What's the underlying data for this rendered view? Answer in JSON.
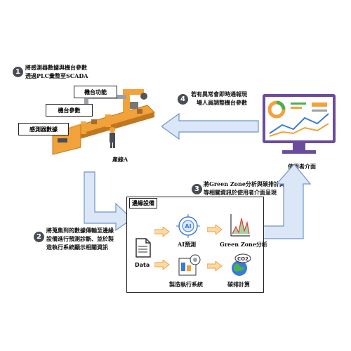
{
  "steps": {
    "s1": {
      "num": "1",
      "line1": "將感測器數據與機台參數",
      "line2": "透過PLC彙整至SCADA"
    },
    "s2": {
      "num": "2",
      "line1": "將蒐集到的數據傳輸至邊緣",
      "line2": "設備進行預測診斷、並於製",
      "line3": "造執行系統顯示相關資訊"
    },
    "s3": {
      "num": "3",
      "line1": "將Green Zone分析與碳排計算",
      "line2": "等相關資訊於使用者介面呈現"
    },
    "s4": {
      "num": "4",
      "line1": "若有異常會即時通報現",
      "line2": "場人員調整機台參數"
    }
  },
  "factory": {
    "machine_function": "機台功能",
    "machine_params": "機台參數",
    "sensor_data": "感測器數據",
    "line_label": "產線A"
  },
  "edge": {
    "title": "邊緣設備",
    "data_label": "Data",
    "ai_label": "AI預測",
    "green_zone_label": "Green Zone分析",
    "mes_label": "製造執行系統",
    "carbon_label": "碳排計算",
    "ai_icon_text": "AI",
    "co2_text": "CO2"
  },
  "ui": {
    "label": "使用者介面"
  },
  "colors": {
    "arrow_fill": "#dbe6f7",
    "arrow_stroke": "#6f95c8",
    "orange": "#f2a23a",
    "accent_blue": "#3a7bd5",
    "monitor": "#6a4c9c"
  }
}
